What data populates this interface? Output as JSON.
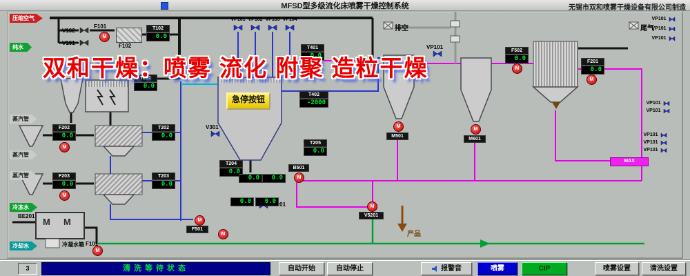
{
  "titlebar": {
    "title": "MFSD型多级流化床喷雾干燥控制系统",
    "manufacturer": "无锡市双和喷雾干燥设备有限公司制造"
  },
  "watermark": {
    "prefix": "双和干燥：",
    "suffix": "喷雾 流化 附聚 造粒干燥"
  },
  "inlets": {
    "compressed_air": "压缩空气",
    "pure_water": "纯水",
    "steam": "蒸汽管",
    "chilled_water": "冷冻水",
    "cooling_water": "冷却水"
  },
  "eq": {
    "v102": "V102",
    "v101": "V101",
    "f101": "F101",
    "f102": "F102",
    "vp101": "VP101",
    "vp102": "VP102",
    "vp103": "VP103",
    "vp104": "VP104",
    "vp201": "VP201",
    "v301": "V301",
    "b501": "B501",
    "m501": "M501",
    "m601": "M601",
    "f501": "F501",
    "v5201": "V5201",
    "be201": "BE201",
    "condensate_tank": "冷凝水箱",
    "paikong": "排空",
    "weiqi": "尾气",
    "product": "产品",
    "pink_tag": "MAX"
  },
  "displays": {
    "t102": {
      "label": "T102",
      "value": "0.0"
    },
    "t201": {
      "label": "T201",
      "value": "0.0"
    },
    "t202": {
      "label": "T202",
      "value": "0.0"
    },
    "t203": {
      "label": "T203",
      "value": "0.0"
    },
    "t204": {
      "label": "T204",
      "value": "0.0"
    },
    "t205": {
      "label": "T205",
      "value": "0.0"
    },
    "t401": {
      "label": "T401",
      "value": "0.0"
    },
    "t402": {
      "label": "T402",
      "value": "-2000"
    },
    "f202": {
      "label": "F202",
      "value": "0.0"
    },
    "f203": {
      "label": "F203",
      "value": "0.0"
    },
    "f502": {
      "label": "F502",
      "value": "0.0"
    },
    "f201": {
      "label": "F201",
      "value": "0.0"
    },
    "d1": {
      "value": "0.0"
    },
    "d2": {
      "value": "0.0"
    },
    "d3": {
      "value": "0.0"
    },
    "d4": {
      "value": "0.0"
    }
  },
  "pump": {
    "letter": "M"
  },
  "estop": {
    "label": "急停按钮"
  },
  "statusbar": {
    "mini": "3",
    "status": "清洗等待状态",
    "auto_start": "自动开始",
    "auto_stop": "自动停止",
    "alarm_sound": "报警音",
    "spray": "喷雾",
    "cip": "CIP",
    "spray_settings": "喷雾设置",
    "clean_settings": "清洗设置"
  },
  "colors": {
    "pipe_magenta": "#e600e6",
    "pipe_green": "#00a033",
    "pipe_blue": "#2936c8",
    "display_green": "#00ee33",
    "status_bar_blue": "#000088",
    "status_text_green": "#00e040",
    "spray_button_blue": "#0000cc",
    "cip_button_green": "#00aa22",
    "pump_red": "#c40000",
    "estop_yellow": "#ffd700",
    "watermark_red": "#e80000"
  }
}
